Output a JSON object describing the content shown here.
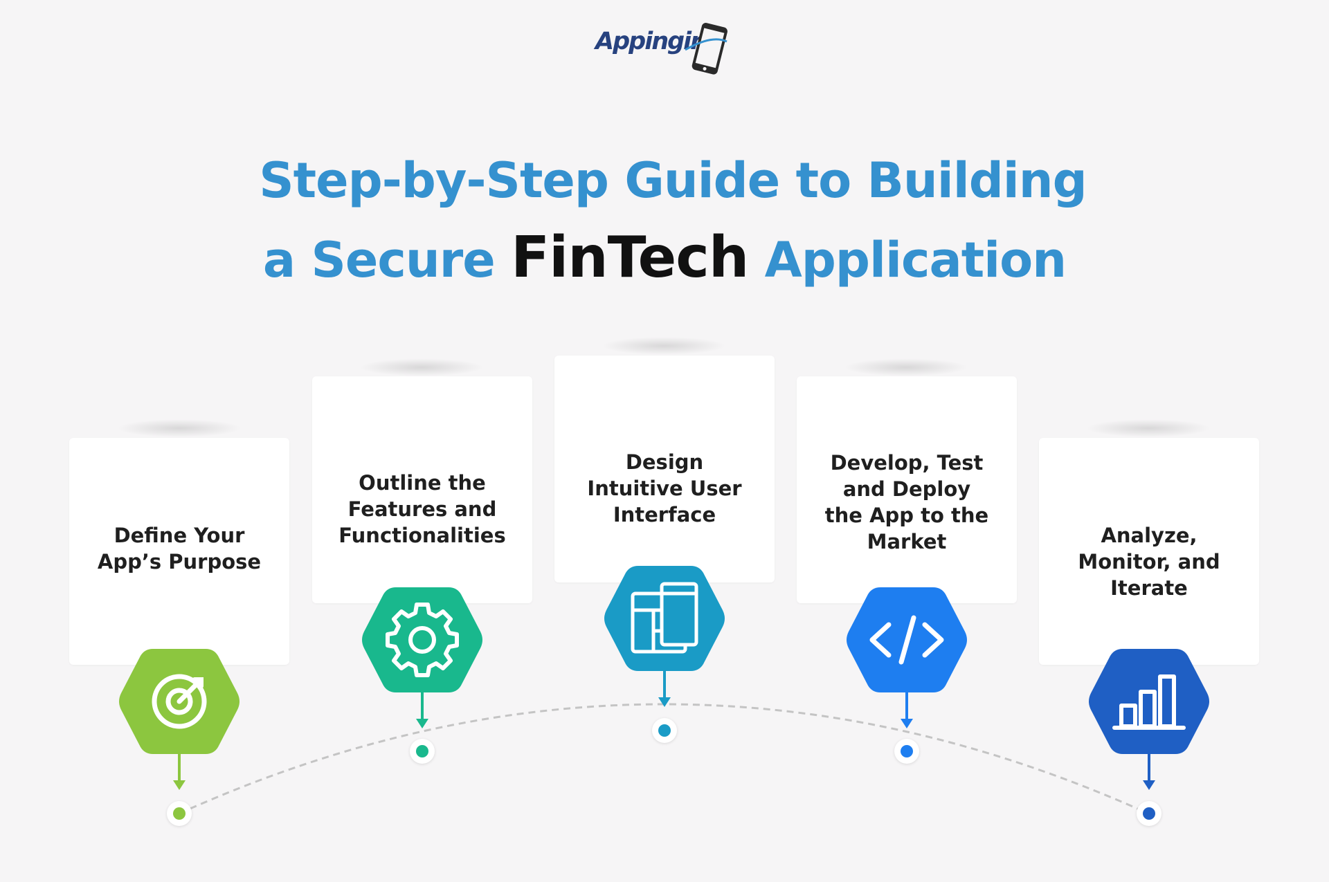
{
  "logo": {
    "text": "Appingine",
    "icon": "phone-icon"
  },
  "title": {
    "line1": "Step-by-Step Guide to Building",
    "line2_prefix": "a Secure",
    "line2_highlight": "FinTech",
    "line2_suffix": "Application"
  },
  "steps": [
    {
      "label": "Define Your\nApp’s Purpose",
      "icon": "target-icon",
      "color": "#8cc63f"
    },
    {
      "label": "Outline the\nFeatures and\nFunctionalities",
      "icon": "gear-icon",
      "color": "#19b88d"
    },
    {
      "label": "Design\nIntuitive User\nInterface",
      "icon": "layout-icon",
      "color": "#1a9bc6"
    },
    {
      "label": "Develop, Test\nand Deploy\nthe App to the\nMarket",
      "icon": "code-icon",
      "color": "#1e7ef0"
    },
    {
      "label": "Analyze,\nMonitor, and\nIterate",
      "icon": "bar-chart-icon",
      "color": "#1f5fc4"
    }
  ]
}
